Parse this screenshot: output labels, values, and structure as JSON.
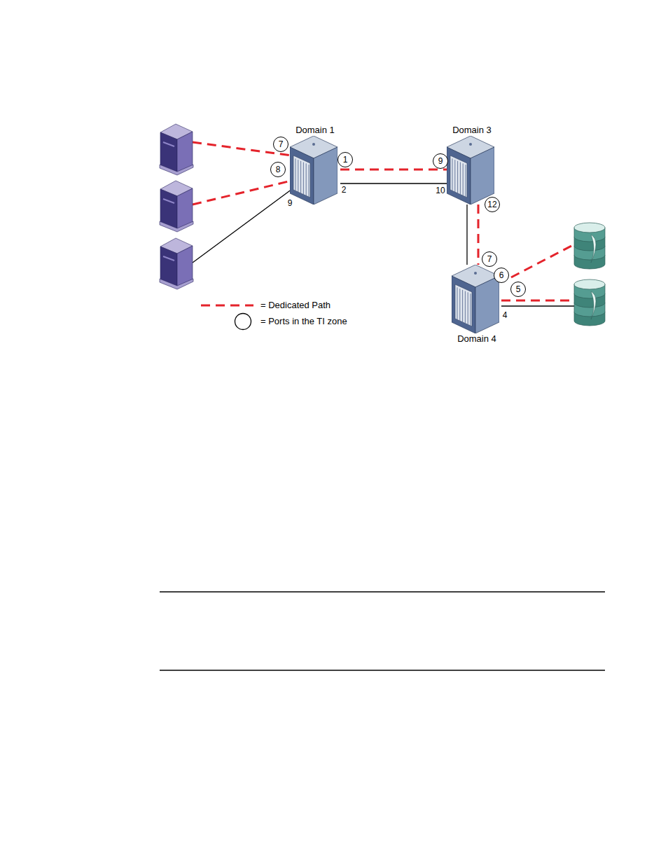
{
  "diagram": {
    "nodes": [
      {
        "text": [
          "Domain 1"
        ]
      },
      {
        "text": [
          "Domain 3"
        ]
      },
      {
        "text": [
          "7"
        ]
      },
      {
        "text": [
          "1"
        ]
      },
      {
        "text": [
          "9"
        ]
      },
      {
        "text": [
          "8"
        ]
      },
      {
        "text": [
          "12"
        ]
      },
      {
        "text": [
          "7"
        ]
      },
      {
        "text": [
          "6"
        ]
      },
      {
        "text": [
          "5"
        ]
      },
      {
        "text": [
          "Domain 4"
        ]
      }
    ],
    "edges": [
      {
        "from": 0,
        "to": 1,
        "arrow": "none"
      },
      {
        "from": 0,
        "to": 1,
        "arrow": "none"
      },
      {
        "from": 1,
        "to": 10,
        "arrow": "none"
      },
      {
        "from": 1,
        "to": 10,
        "arrow": "none"
      }
    ],
    "labels": [
      "9",
      "2",
      "10",
      "4"
    ],
    "legend": [
      {
        "text": "= Dedicated Path"
      },
      {
        "text": "= Ports in the TI zone"
      }
    ]
  }
}
